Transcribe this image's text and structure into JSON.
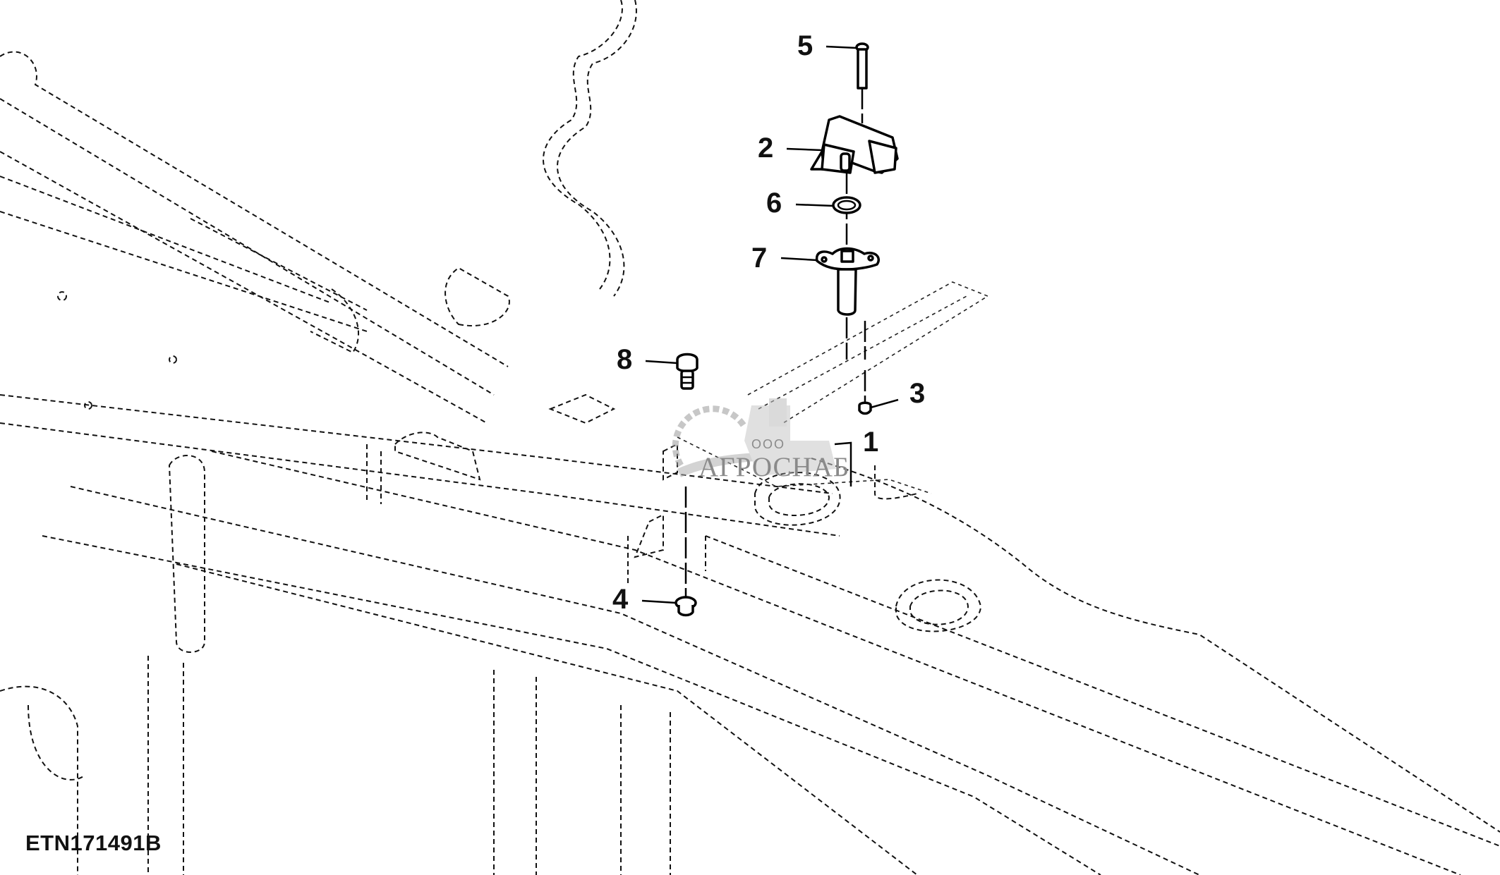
{
  "figure": {
    "id_label": "ETN171491B",
    "type": "exploded parts diagram"
  },
  "callouts": [
    {
      "number": "1",
      "part": "mounting bracket"
    },
    {
      "number": "2",
      "part": "sensor"
    },
    {
      "number": "3",
      "part": "nut"
    },
    {
      "number": "4",
      "part": "flange nut"
    },
    {
      "number": "5",
      "part": "screw"
    },
    {
      "number": "6",
      "part": "o-ring"
    },
    {
      "number": "7",
      "part": "sensor shaft / flange"
    },
    {
      "number": "8",
      "part": "flange bolt"
    }
  ],
  "watermark": {
    "prefix": "ООО",
    "name": "АГРОСНАБ",
    "color": "#8a8a8a"
  }
}
